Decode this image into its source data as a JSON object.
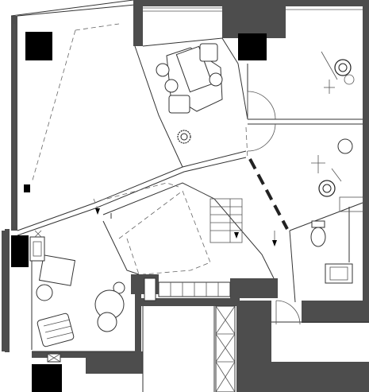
{
  "plan": {
    "background": "#ffffff",
    "wall_color": "#4d4d4d",
    "column_color": "#000000",
    "line_color": "#333333",
    "rooms": [
      {
        "id": "north-west-lounge"
      },
      {
        "id": "north-study"
      },
      {
        "id": "north-east-bedroom"
      },
      {
        "id": "east-bedroom"
      },
      {
        "id": "bathroom"
      },
      {
        "id": "south-west-living"
      },
      {
        "id": "center-stair-hall"
      },
      {
        "id": "south-corridor"
      },
      {
        "id": "south-east-room"
      }
    ],
    "icons": [
      {
        "name": "plant-icon"
      },
      {
        "name": "armchair-icon"
      },
      {
        "name": "stool-icon"
      },
      {
        "name": "toilet-icon"
      },
      {
        "name": "sink-icon"
      },
      {
        "name": "stair-icon"
      },
      {
        "name": "door-swing-icon"
      },
      {
        "name": "column-icon"
      },
      {
        "name": "level-arrow-icon"
      }
    ]
  }
}
